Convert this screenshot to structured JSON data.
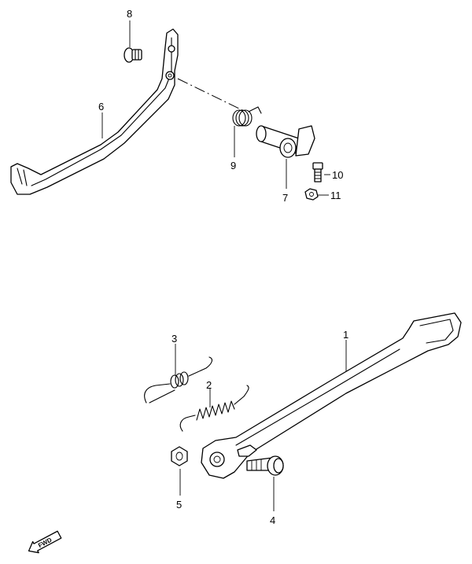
{
  "callouts": [
    {
      "id": "1",
      "label": "1"
    },
    {
      "id": "2",
      "label": "2"
    },
    {
      "id": "3",
      "label": "3"
    },
    {
      "id": "4",
      "label": "4"
    },
    {
      "id": "5",
      "label": "5"
    },
    {
      "id": "6",
      "label": "6"
    },
    {
      "id": "7",
      "label": "7"
    },
    {
      "id": "8",
      "label": "8"
    },
    {
      "id": "9",
      "label": "9"
    },
    {
      "id": "10",
      "label": "10"
    },
    {
      "id": "11",
      "label": "11"
    }
  ],
  "direction_badge": {
    "label": "FWD",
    "icon": "forward-arrow-icon"
  }
}
